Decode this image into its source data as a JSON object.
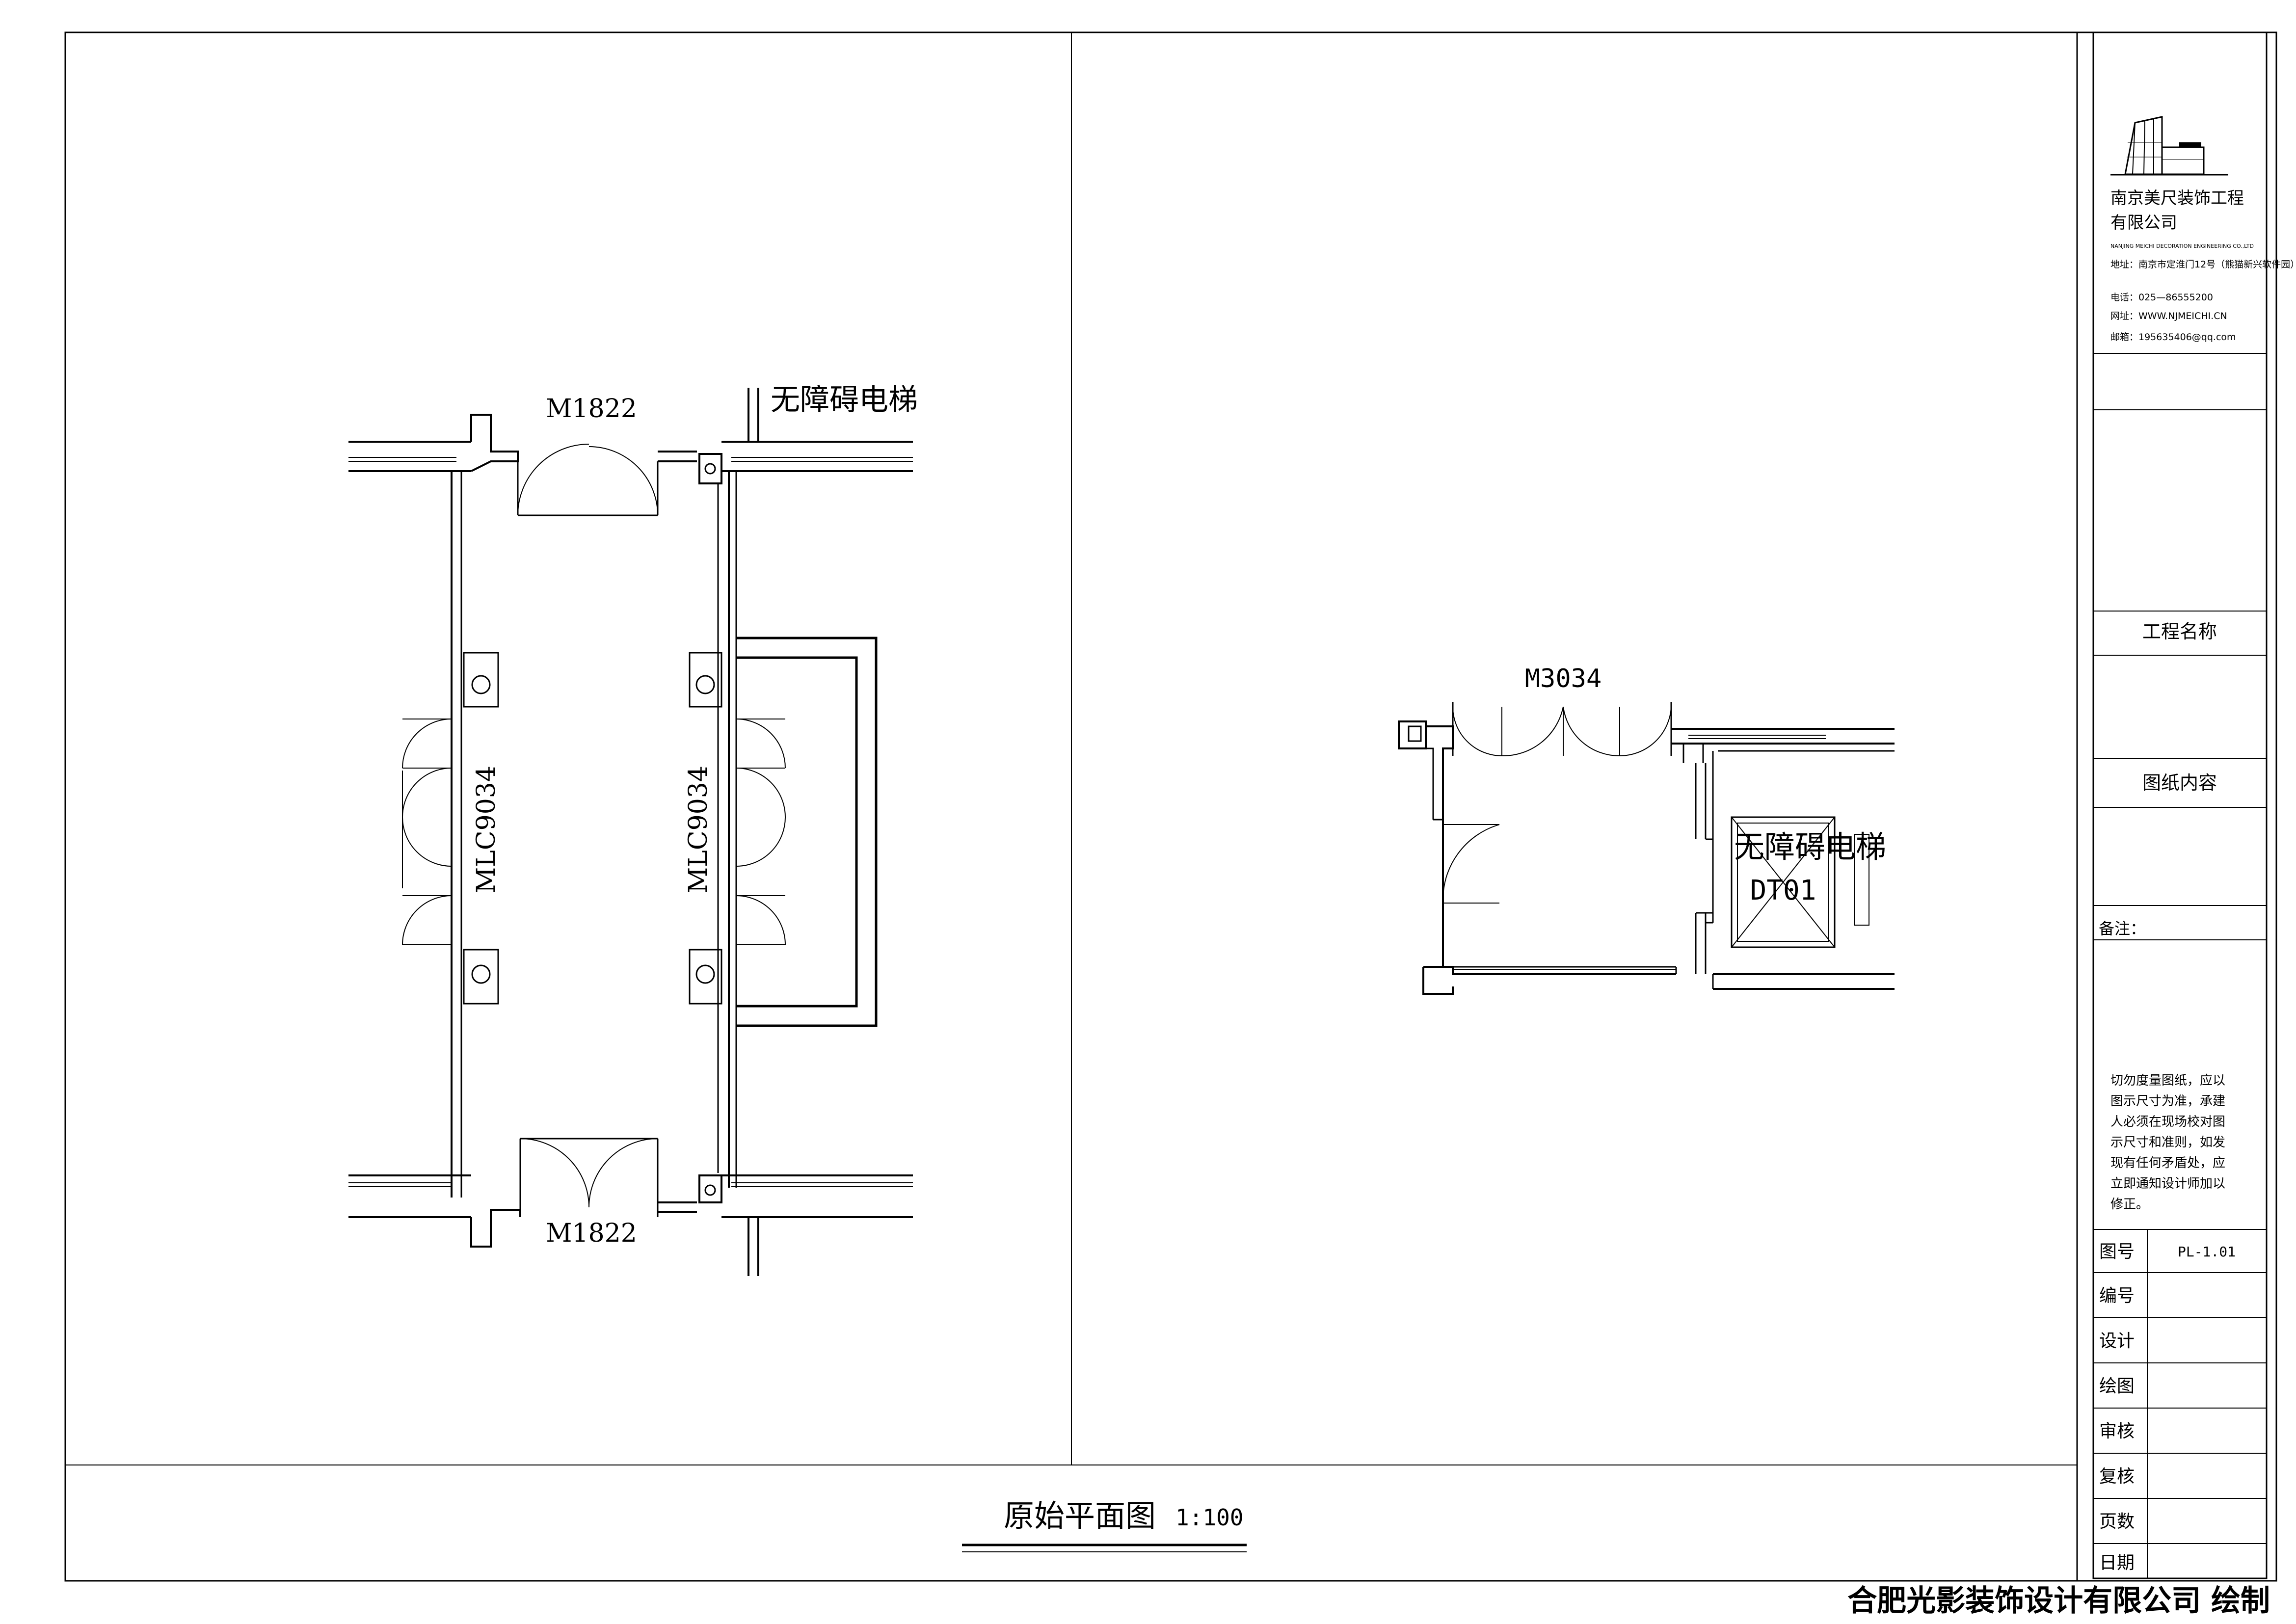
{
  "drawing": {
    "title": "原始平面图",
    "scale": "1:100",
    "credit": "合肥光影装饰设计有限公司 绘制"
  },
  "left_plan": {
    "door_top": "M1822",
    "door_bottom": "M1822",
    "window_left": "MLC9034",
    "window_right": "MLC9034",
    "elevator_partial_label": "无障碍电梯"
  },
  "right_plan": {
    "door": "M3034",
    "elevator_label": "无障碍电梯",
    "elevator_code": "DT01"
  },
  "title_block": {
    "company_cn_line1": "南京美尺装饰工程",
    "company_cn_line2": "有限公司",
    "company_en": "NANJING MEICHI DECORATION ENGINEERING CO.,LTD",
    "address": "地址：南京市定淮门12号（熊猫新兴软件园）",
    "phone": "电话：025—86555200",
    "website": "网址：WWW.NJMEICHI.CN",
    "email": "邮箱：195635406@qq.com",
    "project_name_label": "工程名称",
    "drawing_content_label": "图纸内容",
    "remarks_label": "备注：",
    "notice_lines": [
      "切勿度量图纸，应以",
      "图示尺寸为准，承建",
      "人必须在现场校对图",
      "示尺寸和准则，如发",
      "现有任何矛盾处，应",
      "立即通知设计师加以",
      "修正。"
    ],
    "fields": [
      {
        "label": "图号",
        "value": "PL-1.01"
      },
      {
        "label": "编号",
        "value": ""
      },
      {
        "label": "设计",
        "value": ""
      },
      {
        "label": "绘图",
        "value": ""
      },
      {
        "label": "审核",
        "value": ""
      },
      {
        "label": "复核",
        "value": ""
      },
      {
        "label": "页数",
        "value": ""
      },
      {
        "label": "日期",
        "value": ""
      }
    ]
  }
}
